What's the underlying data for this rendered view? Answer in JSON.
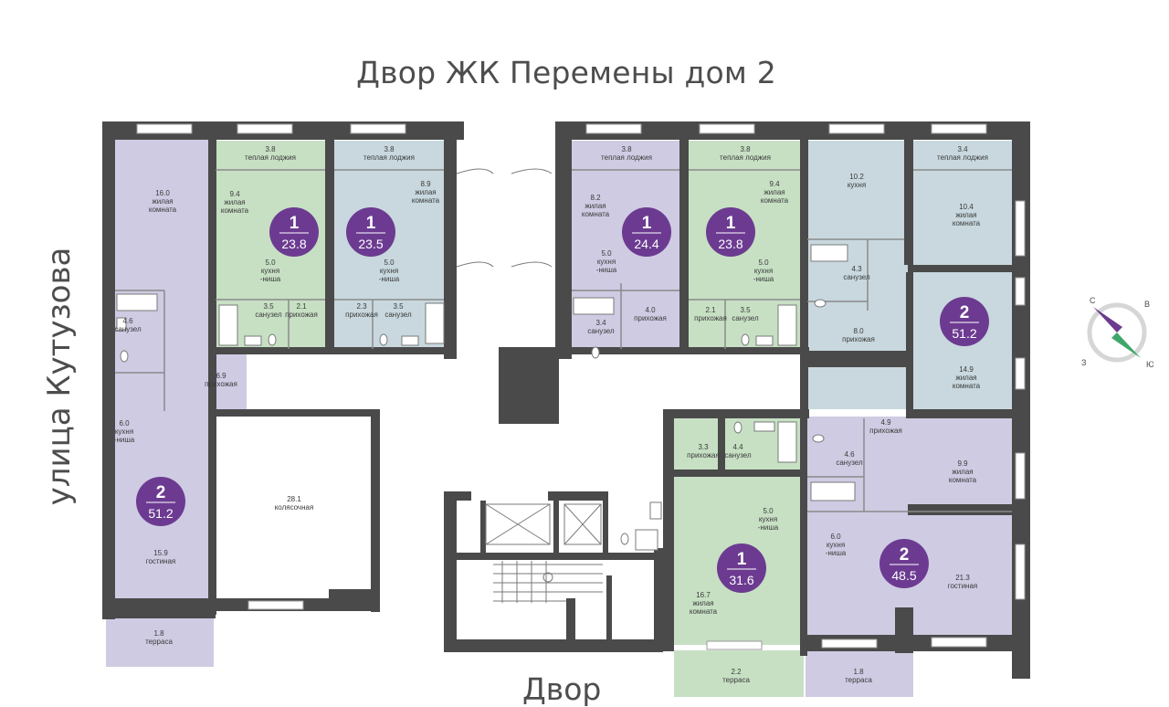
{
  "header": {
    "title": "Двор ЖК Перемены дом 2"
  },
  "street": "улица Кутузова",
  "bottom_label": "Двор",
  "colors": {
    "green": "#c7e0c4",
    "lilac": "#cfcbe3",
    "blue": "#c8d8de",
    "wall": "#4a4a4a",
    "badge": "#6c3b91"
  },
  "compass": {
    "n": "С",
    "e": "В",
    "s": "Ю",
    "w": "З"
  },
  "badges": [
    {
      "rooms": "1",
      "area": "23.8"
    },
    {
      "rooms": "1",
      "area": "23.5"
    },
    {
      "rooms": "1",
      "area": "24.4"
    },
    {
      "rooms": "1",
      "area": "23.8"
    },
    {
      "rooms": "2",
      "area": "51.2"
    },
    {
      "rooms": "2",
      "area": "51.2"
    },
    {
      "rooms": "1",
      "area": "31.6"
    },
    {
      "rooms": "2",
      "area": "48.5"
    }
  ],
  "rooms": [
    {
      "area": "16.0",
      "name": "жилая",
      "name2": "комната"
    },
    {
      "area": "4.6",
      "name": "санузел",
      "name2": ""
    },
    {
      "area": "6.9",
      "name": "прихожая",
      "name2": ""
    },
    {
      "area": "6.0",
      "name": "кухня",
      "name2": "-ниша"
    },
    {
      "area": "15.9",
      "name": "гостиная",
      "name2": ""
    },
    {
      "area": "1.8",
      "name": "терраса",
      "name2": ""
    },
    {
      "area": "3.8",
      "name": "теплая лоджия",
      "name2": ""
    },
    {
      "area": "9.4",
      "name": "жилая",
      "name2": "комната"
    },
    {
      "area": "5.0",
      "name": "кухня",
      "name2": "-ниша"
    },
    {
      "area": "3.5",
      "name": "санузел",
      "name2": ""
    },
    {
      "area": "2.1",
      "name": "прихожая",
      "name2": ""
    },
    {
      "area": "3.8",
      "name": "теплая лоджия",
      "name2": ""
    },
    {
      "area": "8.9",
      "name": "жилая",
      "name2": "комната"
    },
    {
      "area": "5.0",
      "name": "кухня",
      "name2": "-ниша"
    },
    {
      "area": "2.3",
      "name": "прихожая",
      "name2": ""
    },
    {
      "area": "3.5",
      "name": "санузел",
      "name2": ""
    },
    {
      "area": "28.1",
      "name": "колясочная",
      "name2": ""
    },
    {
      "area": "3.8",
      "name": "теплая лоджия",
      "name2": ""
    },
    {
      "area": "8.2",
      "name": "жилая",
      "name2": "комната"
    },
    {
      "area": "5.0",
      "name": "кухня",
      "name2": "-ниша"
    },
    {
      "area": "3.4",
      "name": "санузел",
      "name2": ""
    },
    {
      "area": "4.0",
      "name": "прихожая",
      "name2": ""
    },
    {
      "area": "3.8",
      "name": "теплая лоджия",
      "name2": ""
    },
    {
      "area": "9.4",
      "name": "жилая",
      "name2": "комната"
    },
    {
      "area": "5.0",
      "name": "кухня",
      "name2": "-ниша"
    },
    {
      "area": "2.1",
      "name": "прихожая",
      "name2": ""
    },
    {
      "area": "3.5",
      "name": "санузел",
      "name2": ""
    },
    {
      "area": "10.2",
      "name": "кухня",
      "name2": ""
    },
    {
      "area": "4.3",
      "name": "санузел",
      "name2": ""
    },
    {
      "area": "8.0",
      "name": "прихожая",
      "name2": ""
    },
    {
      "area": "3.4",
      "name": "теплая лоджия",
      "name2": ""
    },
    {
      "area": "10.4",
      "name": "жилая",
      "name2": "комната"
    },
    {
      "area": "14.9",
      "name": "жилая",
      "name2": "комната"
    },
    {
      "area": "3.3",
      "name": "прихожая",
      "name2": ""
    },
    {
      "area": "4.4",
      "name": "санузел",
      "name2": ""
    },
    {
      "area": "5.0",
      "name": "кухня",
      "name2": "-ниша"
    },
    {
      "area": "16.7",
      "name": "жилая",
      "name2": "комната"
    },
    {
      "area": "2.2",
      "name": "терраса",
      "name2": ""
    },
    {
      "area": "4.9",
      "name": "прихожая",
      "name2": ""
    },
    {
      "area": "4.6",
      "name": "санузел",
      "name2": ""
    },
    {
      "area": "9.9",
      "name": "жилая",
      "name2": "комната"
    },
    {
      "area": "6.0",
      "name": "кухня",
      "name2": "-ниша"
    },
    {
      "area": "21.3",
      "name": "гостиная",
      "name2": ""
    },
    {
      "area": "1.8",
      "name": "терраса",
      "name2": ""
    }
  ]
}
